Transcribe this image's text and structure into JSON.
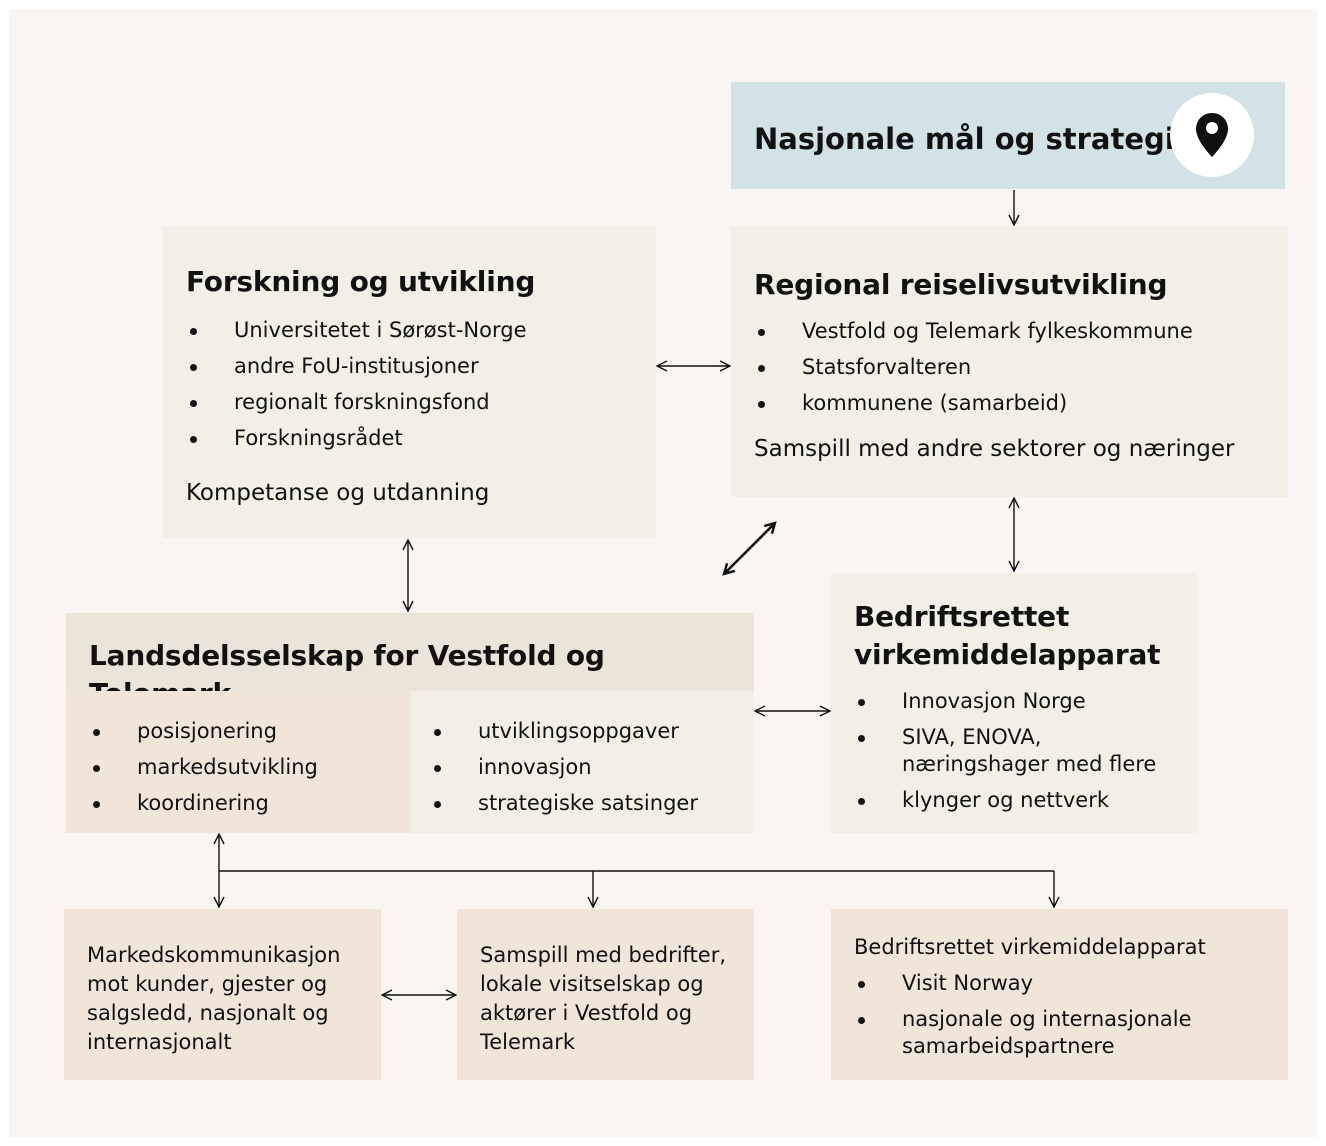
{
  "national": {
    "title": "Nasjonale mål og strategier",
    "icon": "map-pin-icon"
  },
  "research": {
    "title": "Forskning og utvikling",
    "items": [
      "Universitetet i Sørøst-Norge",
      "andre FoU-institusjoner",
      "regionalt forskningsfond",
      "Forskningsrådet"
    ],
    "footer": "Kompetanse og utdanning"
  },
  "regional": {
    "title": "Regional reiselivsutvikling",
    "items": [
      "Vestfold og Telemark fylkeskommune",
      "Statsforvalteren",
      "kommunene (samarbeid)"
    ],
    "footer": "Samspill med andre sektorer og næringer"
  },
  "landsdel": {
    "title": "Landsdelsselskap for Vestfold og Telemark",
    "left_items": [
      "posisjonering",
      "markedsutvikling",
      "koordinering"
    ],
    "right_items": [
      "utviklingsoppgaver",
      "innovasjon",
      "strategiske satsinger"
    ]
  },
  "business": {
    "title_line1": "Bedriftsrettet",
    "title_line2": "virkemiddelapparat",
    "items": [
      "Innovasjon Norge",
      "SIVA, ENOVA,",
      "næringshager med flere",
      "klynger og nettverk"
    ]
  },
  "bottom": {
    "market": [
      "Markedskommunikasjon",
      "mot kunder, gjester og",
      "salgsledd, nasjonalt og",
      "internasjonalt"
    ],
    "interplay": [
      "Samspill med bedrifter,",
      "lokale visitselskap og",
      "aktører i Vestfold og",
      "Telemark"
    ],
    "business_title": "Bedriftsrettet virkemiddelapparat",
    "business_items": [
      "Visit Norway",
      "nasjonale og internasjonale",
      "samarbeidspartnere"
    ]
  },
  "colors": {
    "background": "#f9f5f2",
    "cream": "#f2f0e6",
    "tan": "#ebe5d9",
    "pink": "#f1e4d9",
    "blue": "#d3e2e6"
  }
}
